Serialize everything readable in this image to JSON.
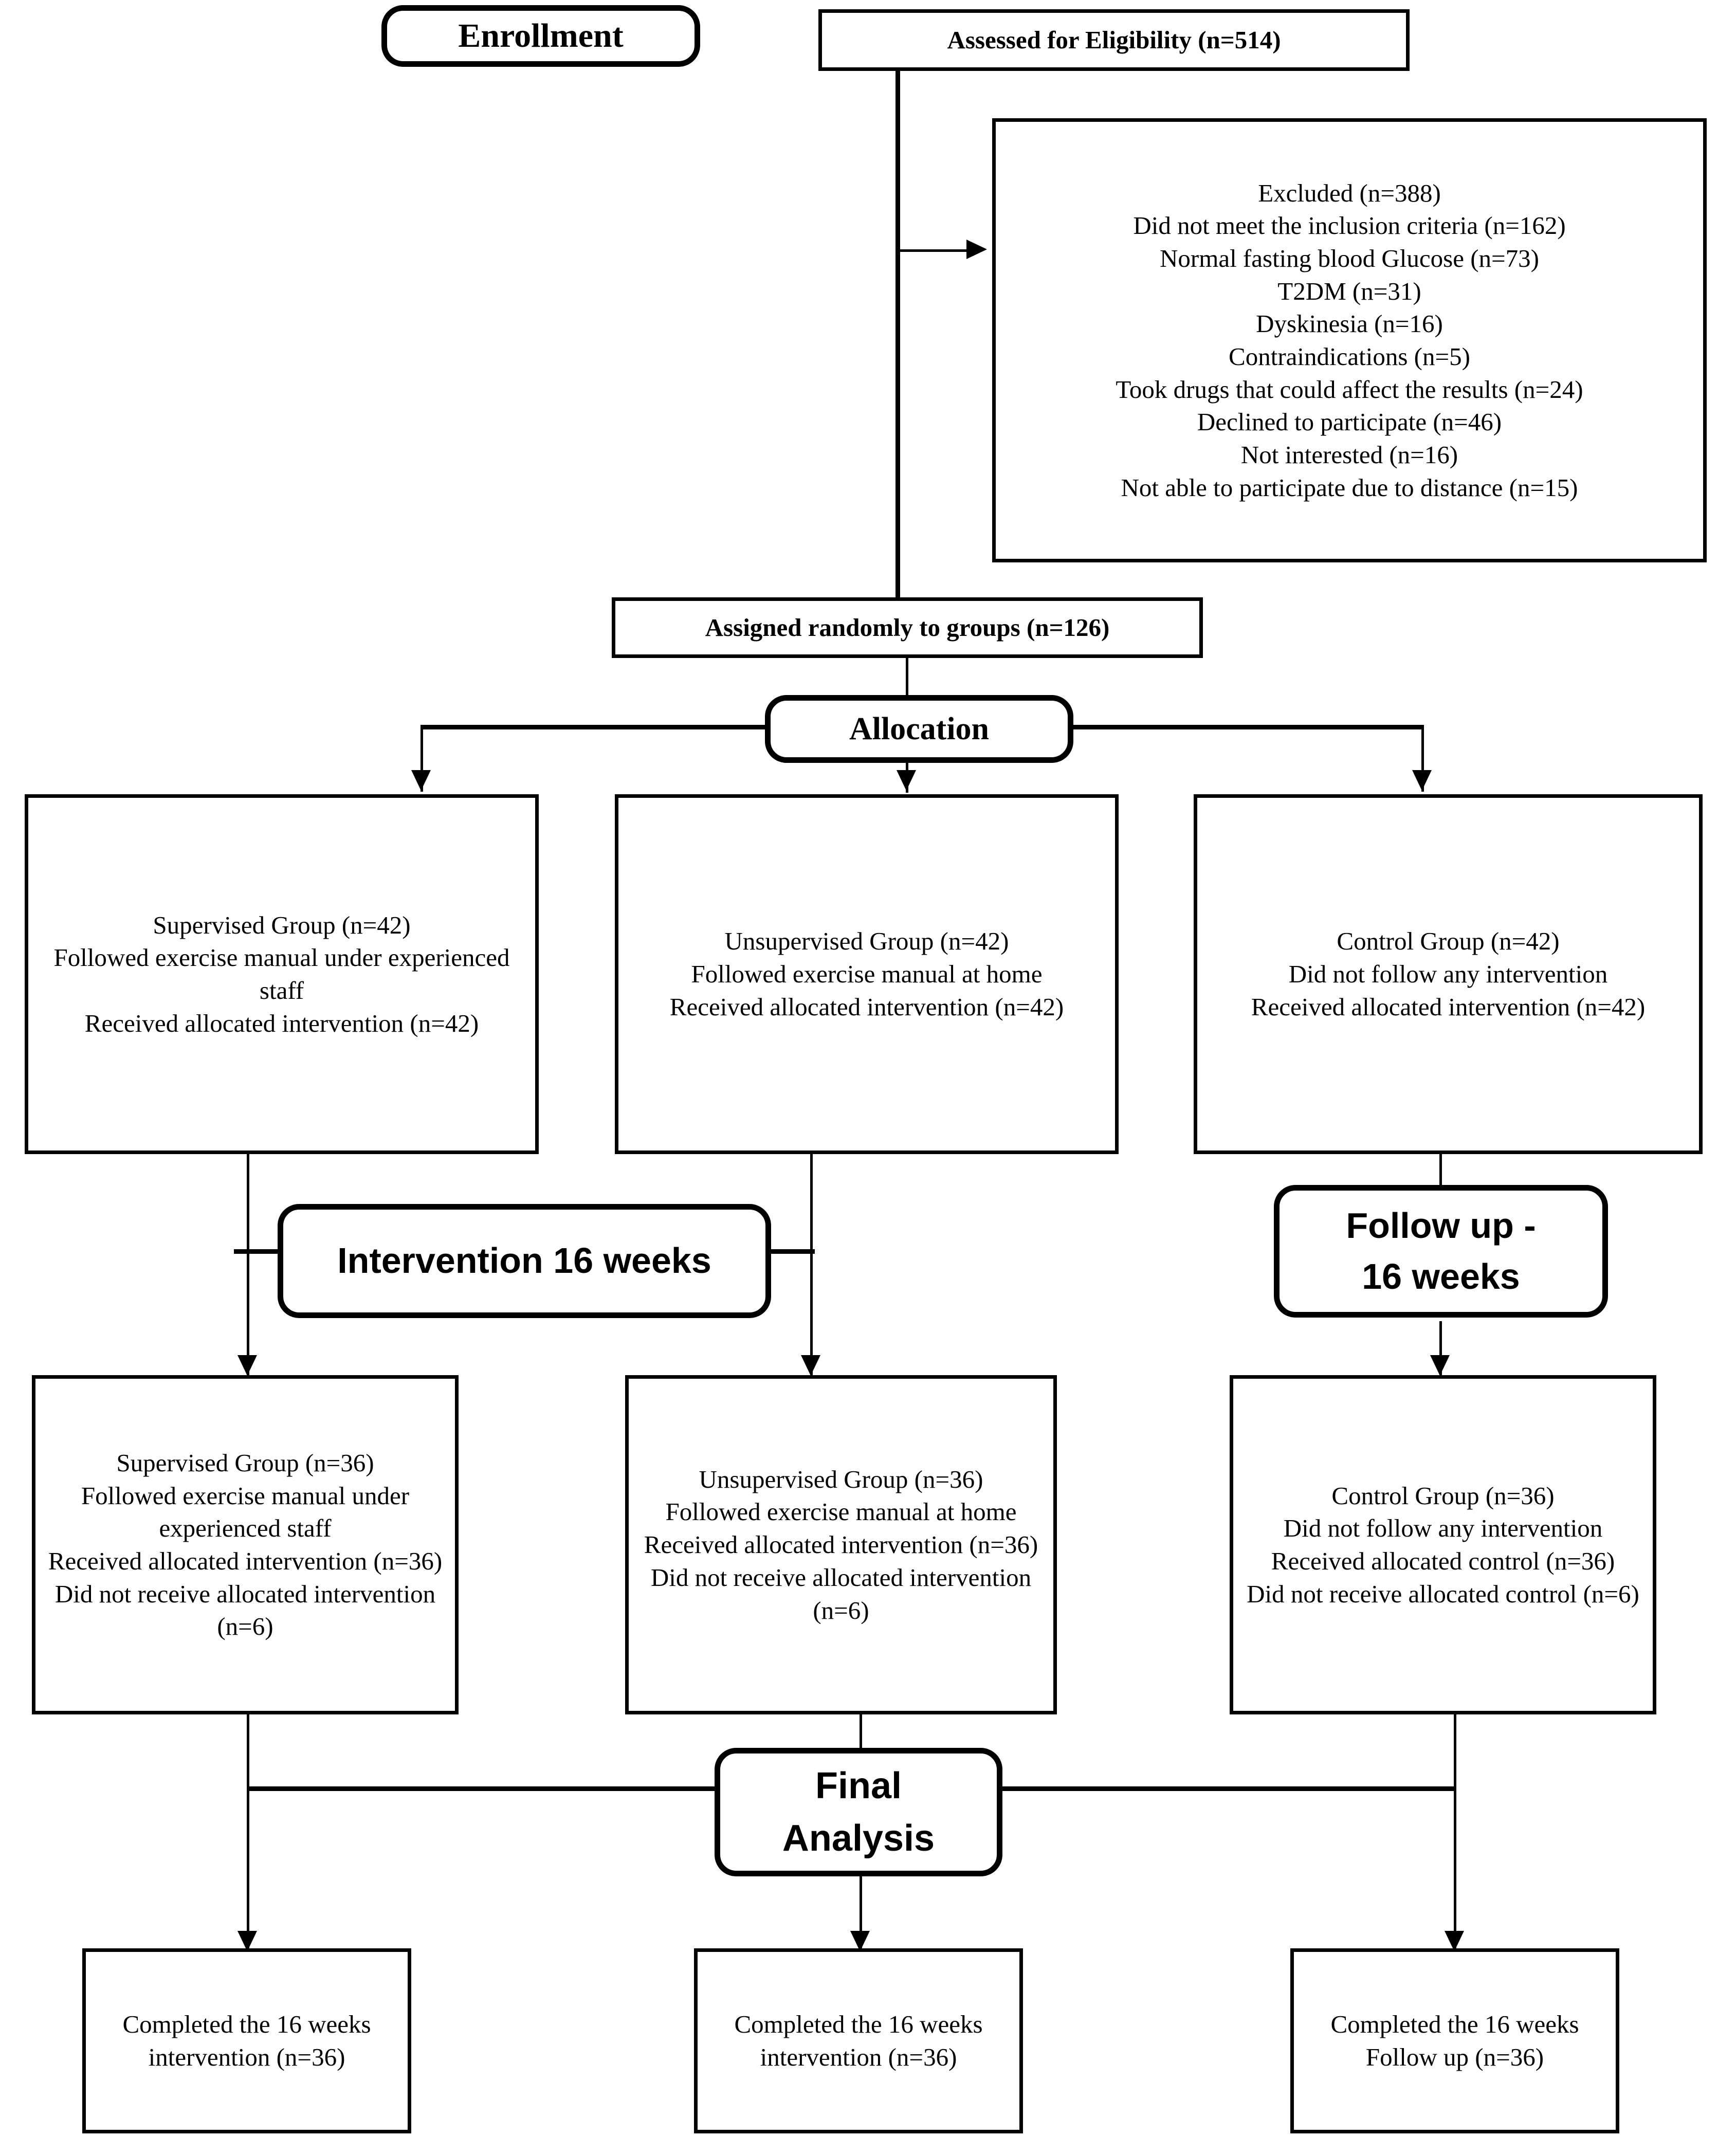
{
  "diagram": {
    "title": "CONSORT participant flow diagram",
    "stages": {
      "enrollment": "Enrollment",
      "allocation": "Allocation",
      "intervention": "Intervention 16 weeks",
      "followup": "Follow up  -\n16 weeks",
      "final_analysis": "Final\nAnalysis"
    },
    "nodes": {
      "assessed": "Assessed for Eligibility  (n=514)",
      "excluded": "Excluded (n=388)\nDid not meet the inclusion criteria (n=162)\nNormal fasting blood Glucose (n=73)\nT2DM  (n=31)\nDyskinesia (n=16)\nContraindications (n=5)\nTook drugs that could affect the results (n=24)\nDeclined to participate (n=46)\nNot interested (n=16)\nNot able to participate due to distance (n=15)",
      "assigned": "Assigned randomly to groups (n=126)",
      "alloc_supervised": "Supervised Group (n=42)\nFollowed exercise manual under experienced staff\nReceived allocated intervention (n=42)",
      "alloc_unsupervised": "Unsupervised Group (n=42)\nFollowed exercise manual at home\nReceived allocated intervention (n=42)",
      "alloc_control": "Control Group (n=42)\nDid not follow any intervention\nReceived allocated intervention (n=42)",
      "mid_supervised": "Supervised Group (n=36)\nFollowed exercise manual under experienced staff\nReceived allocated intervention (n=36)\nDid not receive allocated intervention (n=6)",
      "mid_unsupervised": "Unsupervised Group (n=36)\nFollowed exercise manual at home\nReceived allocated intervention (n=36)\nDid not receive allocated intervention (n=6)",
      "mid_control": "Control Group (n=36)\nDid not follow any intervention\nReceived allocated control (n=36)\nDid not receive allocated control (n=6)",
      "final_supervised": "Completed the 16 weeks intervention (n=36)",
      "final_unsupervised": "Completed the 16 weeks intervention (n=36)",
      "final_control": "Completed the 16 weeks Follow up (n=36)"
    },
    "counts": {
      "assessed": 514,
      "excluded_total": 388,
      "randomized": 126,
      "per_arm_allocated": 42,
      "per_arm_retained": 36,
      "per_arm_lost": 6
    },
    "exclusion_reasons": [
      {
        "reason": "Did not meet the inclusion criteria",
        "n": 162
      },
      {
        "reason": "Normal fasting blood Glucose",
        "n": 73
      },
      {
        "reason": "T2DM",
        "n": 31
      },
      {
        "reason": "Dyskinesia",
        "n": 16
      },
      {
        "reason": "Contraindications",
        "n": 5
      },
      {
        "reason": "Took drugs that could affect the results",
        "n": 24
      },
      {
        "reason": "Declined to participate",
        "n": 46
      },
      {
        "reason": "Not interested",
        "n": 16
      },
      {
        "reason": "Not able to participate due to distance",
        "n": 15
      }
    ],
    "colors": {
      "line": "#000000",
      "background": "#ffffff",
      "text": "#000000"
    }
  }
}
